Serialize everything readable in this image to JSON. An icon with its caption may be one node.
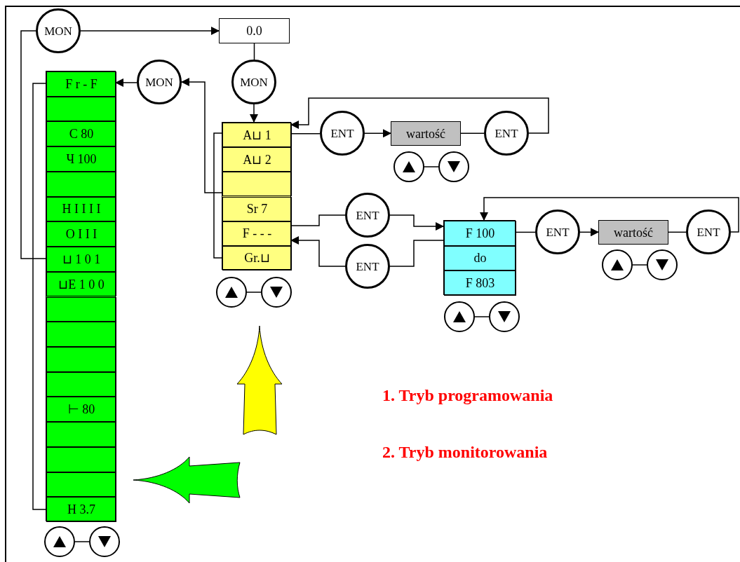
{
  "diagram": {
    "nodes": [
      {
        "text": [
          "MON"
        ]
      },
      {
        "text": [
          "0.0"
        ]
      },
      {
        "text": [
          "MON"
        ]
      },
      {
        "text": [
          "MON"
        ]
      },
      {
        "text": [],
        "shape": "box"
      },
      {
        "text": [
          "F r - F"
        ],
        "in": 4
      },
      {
        "text": [],
        "shape": "box",
        "in": 4
      },
      {
        "text": [
          "C 80"
        ],
        "in": 4
      },
      {
        "text": [
          "Ч 100"
        ],
        "in": 4
      },
      {
        "text": [],
        "shape": "box",
        "in": 4
      },
      {
        "text": [
          "H I I I I"
        ],
        "in": 4
      },
      {
        "text": [
          "O I I I"
        ],
        "in": 4
      },
      {
        "text": [
          "⊔ 1 0 1"
        ],
        "in": 4
      },
      {
        "text": [
          "⊔E 1 0 0"
        ],
        "in": 4
      },
      {
        "text": [],
        "shape": "box",
        "in": 4
      },
      {
        "text": [],
        "shape": "box",
        "in": 4
      },
      {
        "text": [],
        "shape": "box",
        "in": 4
      },
      {
        "text": [],
        "shape": "box",
        "in": 4
      },
      {
        "text": [
          "⊢ 80"
        ],
        "in": 4
      },
      {
        "text": [],
        "shape": "box",
        "in": 4
      },
      {
        "text": [],
        "shape": "box",
        "in": 4
      },
      {
        "text": [],
        "shape": "box",
        "in": 4
      },
      {
        "text": [
          "H 3.7"
        ],
        "in": 4
      },
      {
        "text": [],
        "shape": "box"
      },
      {
        "text": [
          "A⊔ 1"
        ],
        "in": 23
      },
      {
        "text": [
          "A⊔ 2"
        ],
        "in": 23
      },
      {
        "text": [],
        "shape": "box",
        "in": 23
      },
      {
        "text": [
          "Sr 7"
        ],
        "in": 23
      },
      {
        "text": [
          "F - - -"
        ],
        "in": 23
      },
      {
        "text": [
          "Gr.⊔"
        ],
        "in": 23
      },
      {
        "text": [
          "ENT"
        ]
      },
      {
        "text": [
          "wartość"
        ]
      },
      {
        "text": [
          "ENT"
        ]
      },
      {
        "text": [
          "ENT"
        ]
      },
      {
        "text": [
          "ENT"
        ]
      },
      {
        "text": [],
        "shape": "box"
      },
      {
        "text": [
          "F 100"
        ],
        "in": 35
      },
      {
        "text": [
          "do"
        ],
        "in": 35
      },
      {
        "text": [
          "F 803"
        ],
        "in": 35
      },
      {
        "text": [
          "ENT"
        ]
      },
      {
        "text": [
          "wartość"
        ]
      },
      {
        "text": [
          "ENT"
        ]
      },
      {
        "text": [],
        "shape": "circle"
      },
      {
        "text": [],
        "shape": "circle"
      },
      {
        "text": [],
        "shape": "circle"
      },
      {
        "text": [],
        "shape": "circle"
      },
      {
        "text": [],
        "shape": "circle"
      },
      {
        "text": [],
        "shape": "circle"
      },
      {
        "text": [],
        "shape": "circle"
      },
      {
        "text": [],
        "shape": "circle"
      },
      {
        "text": [],
        "shape": "circle"
      },
      {
        "text": [],
        "shape": "circle"
      }
    ],
    "edges": [
      {
        "from": 0,
        "to": 1,
        "arrow": "to"
      },
      {
        "from": 0,
        "to": 12,
        "arrow": "none"
      },
      {
        "from": 5,
        "to": 22,
        "arrow": "none"
      },
      {
        "from": 1,
        "to": 2,
        "arrow": "none"
      },
      {
        "from": 2,
        "to": 24,
        "arrow": "to"
      },
      {
        "from": 24,
        "to": 29,
        "arrow": "none"
      },
      {
        "from": 23,
        "to": 3,
        "arrow": "to"
      },
      {
        "from": 3,
        "to": 5,
        "arrow": "to"
      },
      {
        "from": 24,
        "to": 30,
        "arrow": "none"
      },
      {
        "from": 30,
        "to": 31,
        "arrow": "to"
      },
      {
        "from": 31,
        "to": 32,
        "arrow": "none"
      },
      {
        "from": 32,
        "to": 24,
        "arrow": "to"
      },
      {
        "from": 28,
        "to": 33,
        "arrow": "none"
      },
      {
        "from": 33,
        "to": 36,
        "arrow": "to"
      },
      {
        "from": 36,
        "to": 34,
        "arrow": "none"
      },
      {
        "from": 34,
        "to": 28,
        "arrow": "to"
      },
      {
        "from": 36,
        "to": 39,
        "arrow": "none"
      },
      {
        "from": 39,
        "to": 40,
        "arrow": "to"
      },
      {
        "from": 40,
        "to": 41,
        "arrow": "none"
      },
      {
        "from": 41,
        "to": 36,
        "arrow": "to"
      },
      {
        "from": 42,
        "to": 43,
        "arrow": "none"
      },
      {
        "from": 44,
        "to": 45,
        "arrow": "none"
      },
      {
        "from": 46,
        "to": 47,
        "arrow": "none"
      },
      {
        "from": 48,
        "to": 49,
        "arrow": "none"
      },
      {
        "from": 50,
        "to": 51,
        "arrow": "none"
      }
    ],
    "labels": [
      "1. Tryb programowania",
      "2. Tryb monitorowania"
    ]
  }
}
